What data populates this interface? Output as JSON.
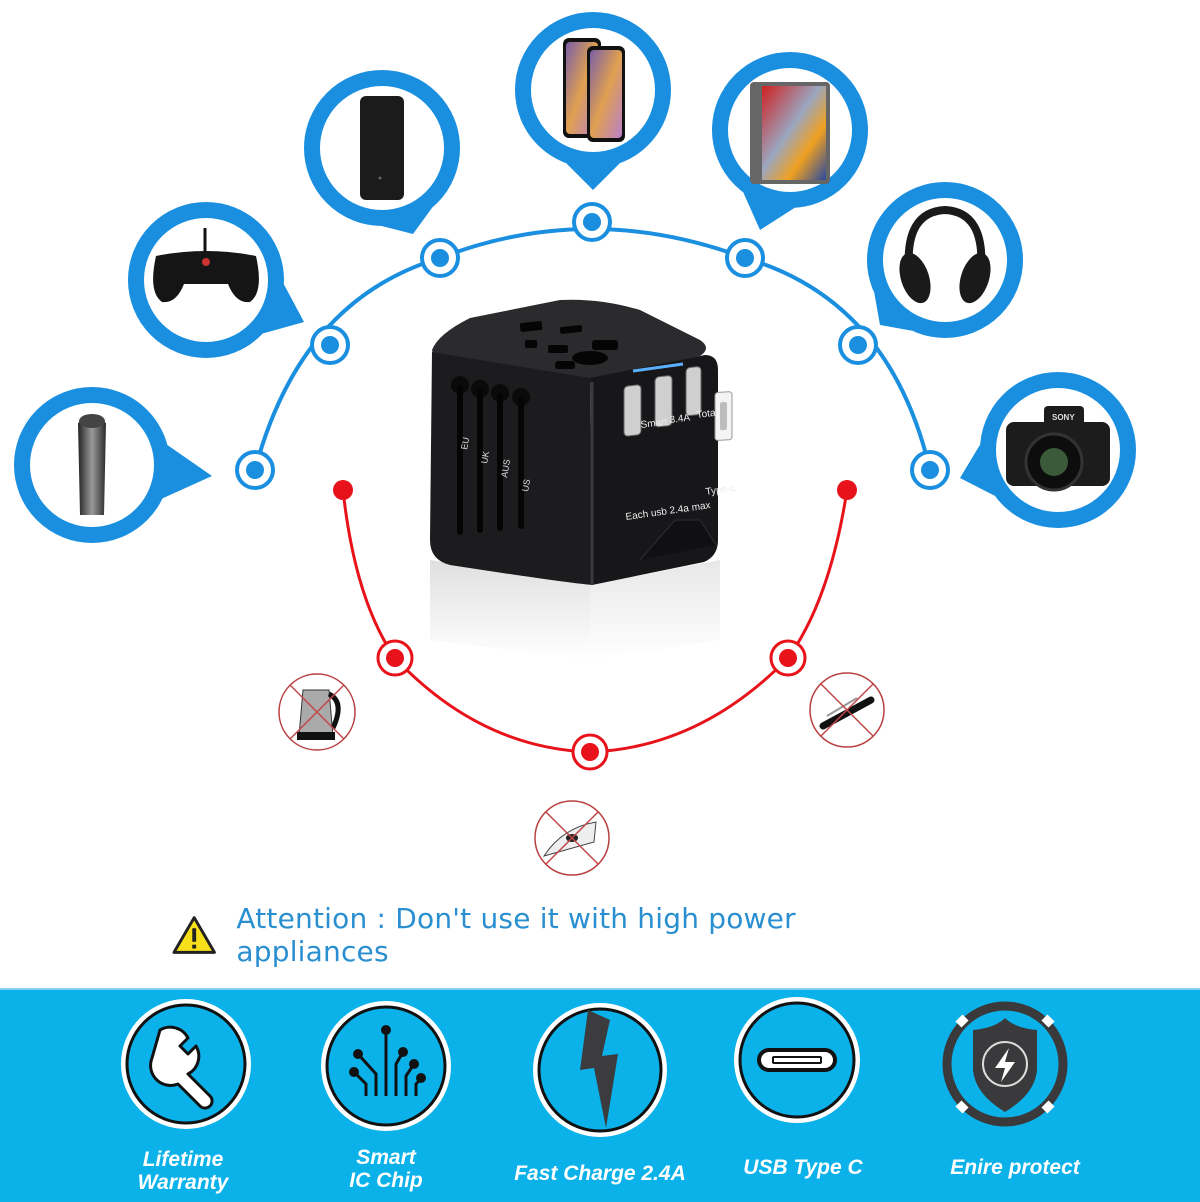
{
  "colors": {
    "accent_blue": "#1a8fe0",
    "warning_red": "#e8121a",
    "banner_blue": "#0bb2ea",
    "attention_text": "#2a8fd0",
    "device_black": "#1c1c1e"
  },
  "compatible_devices": [
    {
      "name": "Electric shaver",
      "icon": "shaver-icon"
    },
    {
      "name": "Game controller",
      "icon": "gamepad-icon"
    },
    {
      "name": "Power bank",
      "icon": "power-bank-icon"
    },
    {
      "name": "Smartphones",
      "icon": "smartphone-icon"
    },
    {
      "name": "Tablet",
      "icon": "tablet-icon"
    },
    {
      "name": "Headphones",
      "icon": "headphones-icon"
    },
    {
      "name": "Camera",
      "icon": "camera-icon",
      "brand": "SONY"
    }
  ],
  "prohibited_appliances": [
    {
      "name": "Electric kettle",
      "icon": "kettle-icon"
    },
    {
      "name": "Clothes iron",
      "icon": "iron-icon"
    },
    {
      "name": "Curling iron",
      "icon": "curling-iron-icon"
    }
  ],
  "adapter": {
    "plug_labels": [
      "EU",
      "UK",
      "AUS",
      "US"
    ],
    "label_smart": "Smart",
    "label_total": "3.4A",
    "label_total_word": "Total",
    "label_each": "Each usb 2.4a max",
    "label_typec": "Type-c"
  },
  "attention": {
    "icon": "warning-triangle-icon",
    "text": "Attention : Don't use it with high  power appliances"
  },
  "features": [
    {
      "icon": "wrench-icon",
      "line1": "Lifetime",
      "line2": "Warranty"
    },
    {
      "icon": "chip-circuit-icon",
      "line1": "Smart",
      "line2": "IC Chip"
    },
    {
      "icon": "lightning-icon",
      "line1": "Fast Charge 2.4A",
      "line2": ""
    },
    {
      "icon": "usb-c-port-icon",
      "line1": "USB Type C",
      "line2": ""
    },
    {
      "icon": "shield-lightning-icon",
      "line1": "Enire protect",
      "line2": ""
    }
  ]
}
